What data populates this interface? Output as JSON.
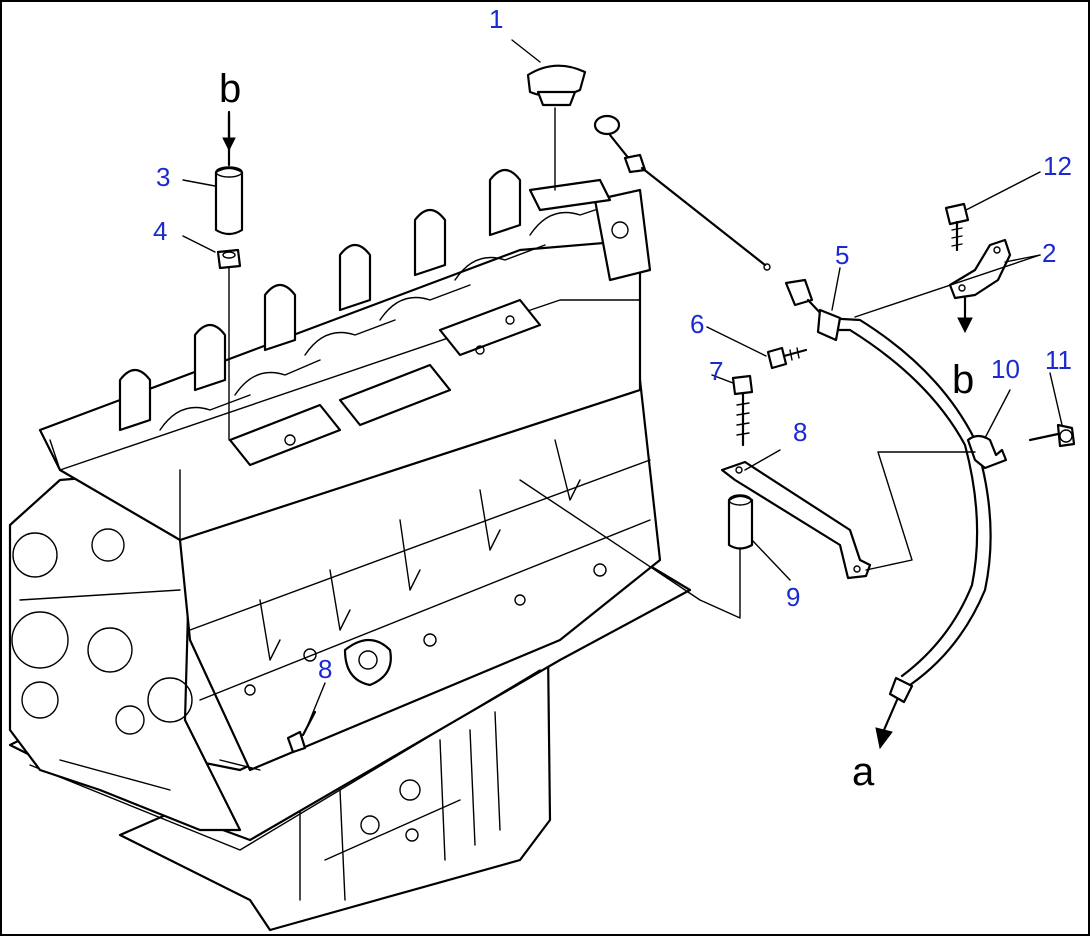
{
  "diagram": {
    "callouts": [
      {
        "id": "c1",
        "text": "1"
      },
      {
        "id": "c2",
        "text": "2"
      },
      {
        "id": "c3",
        "text": "3"
      },
      {
        "id": "c4",
        "text": "4"
      },
      {
        "id": "c5",
        "text": "5"
      },
      {
        "id": "c6",
        "text": "6"
      },
      {
        "id": "c7",
        "text": "7"
      },
      {
        "id": "c8a",
        "text": "8"
      },
      {
        "id": "c8b",
        "text": "8"
      },
      {
        "id": "c9",
        "text": "9"
      },
      {
        "id": "c10",
        "text": "10"
      },
      {
        "id": "c11",
        "text": "11"
      },
      {
        "id": "c12",
        "text": "12"
      }
    ],
    "arrow_labels": [
      {
        "id": "b_top",
        "text": "b"
      },
      {
        "id": "b_right",
        "text": "b"
      },
      {
        "id": "a_bottom",
        "text": "a"
      }
    ],
    "callout_color": "#1a2ad0",
    "line_color": "#000000"
  }
}
